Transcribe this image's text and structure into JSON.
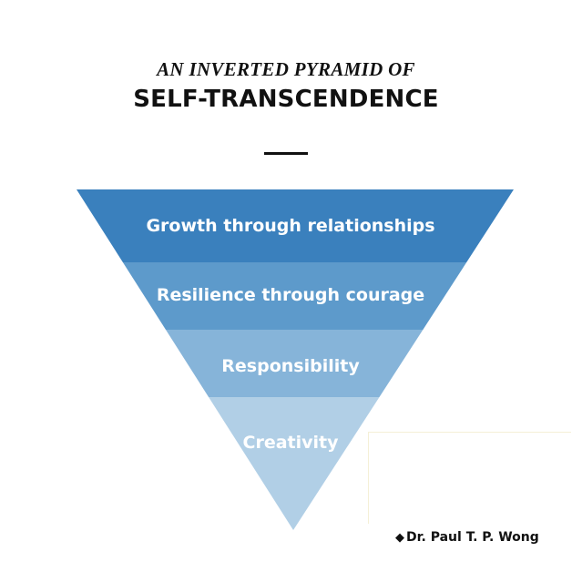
{
  "title": {
    "line1": "AN INVERTED PYRAMID OF",
    "line2": "SELF-TRANSCENDENCE"
  },
  "pyramid": {
    "levels": [
      {
        "label": "Growth through relationships",
        "color": "#3a80bd"
      },
      {
        "label": "Resilience through courage",
        "color": "#5d9acb"
      },
      {
        "label": "Responsibility",
        "color": "#86b4d9"
      },
      {
        "label": "Creativity",
        "color": "#b1cfe6"
      }
    ]
  },
  "credit": {
    "icon": "diamond-icon",
    "text": "Dr. Paul T. P. Wong"
  }
}
